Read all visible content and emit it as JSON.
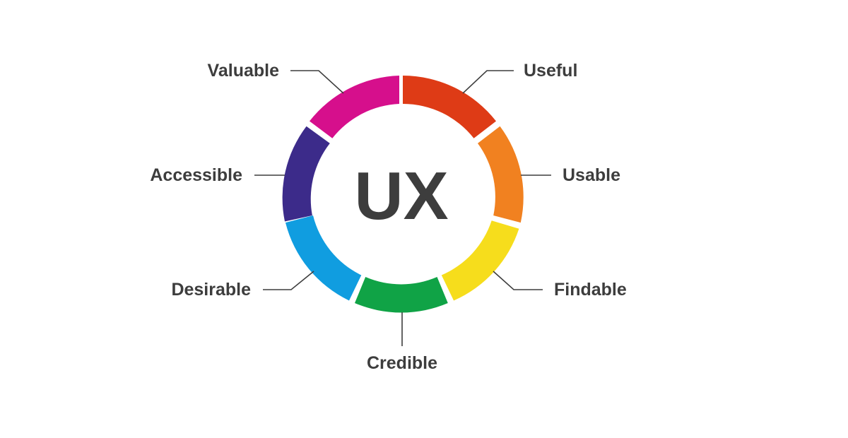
{
  "center": {
    "label": "UX"
  },
  "segments": [
    {
      "key": "useful",
      "label": "Useful",
      "color": "#de3b16"
    },
    {
      "key": "usable",
      "label": "Usable",
      "color": "#f18120"
    },
    {
      "key": "findable",
      "label": "Findable",
      "color": "#f6dd1c"
    },
    {
      "key": "credible",
      "label": "Credible",
      "color": "#10a346"
    },
    {
      "key": "desirable",
      "label": "Desirable",
      "color": "#109de0"
    },
    {
      "key": "accessible",
      "label": "Accessible",
      "color": "#3c2b8a"
    },
    {
      "key": "valuable",
      "label": "Valuable",
      "color": "#d60f8c"
    }
  ]
}
